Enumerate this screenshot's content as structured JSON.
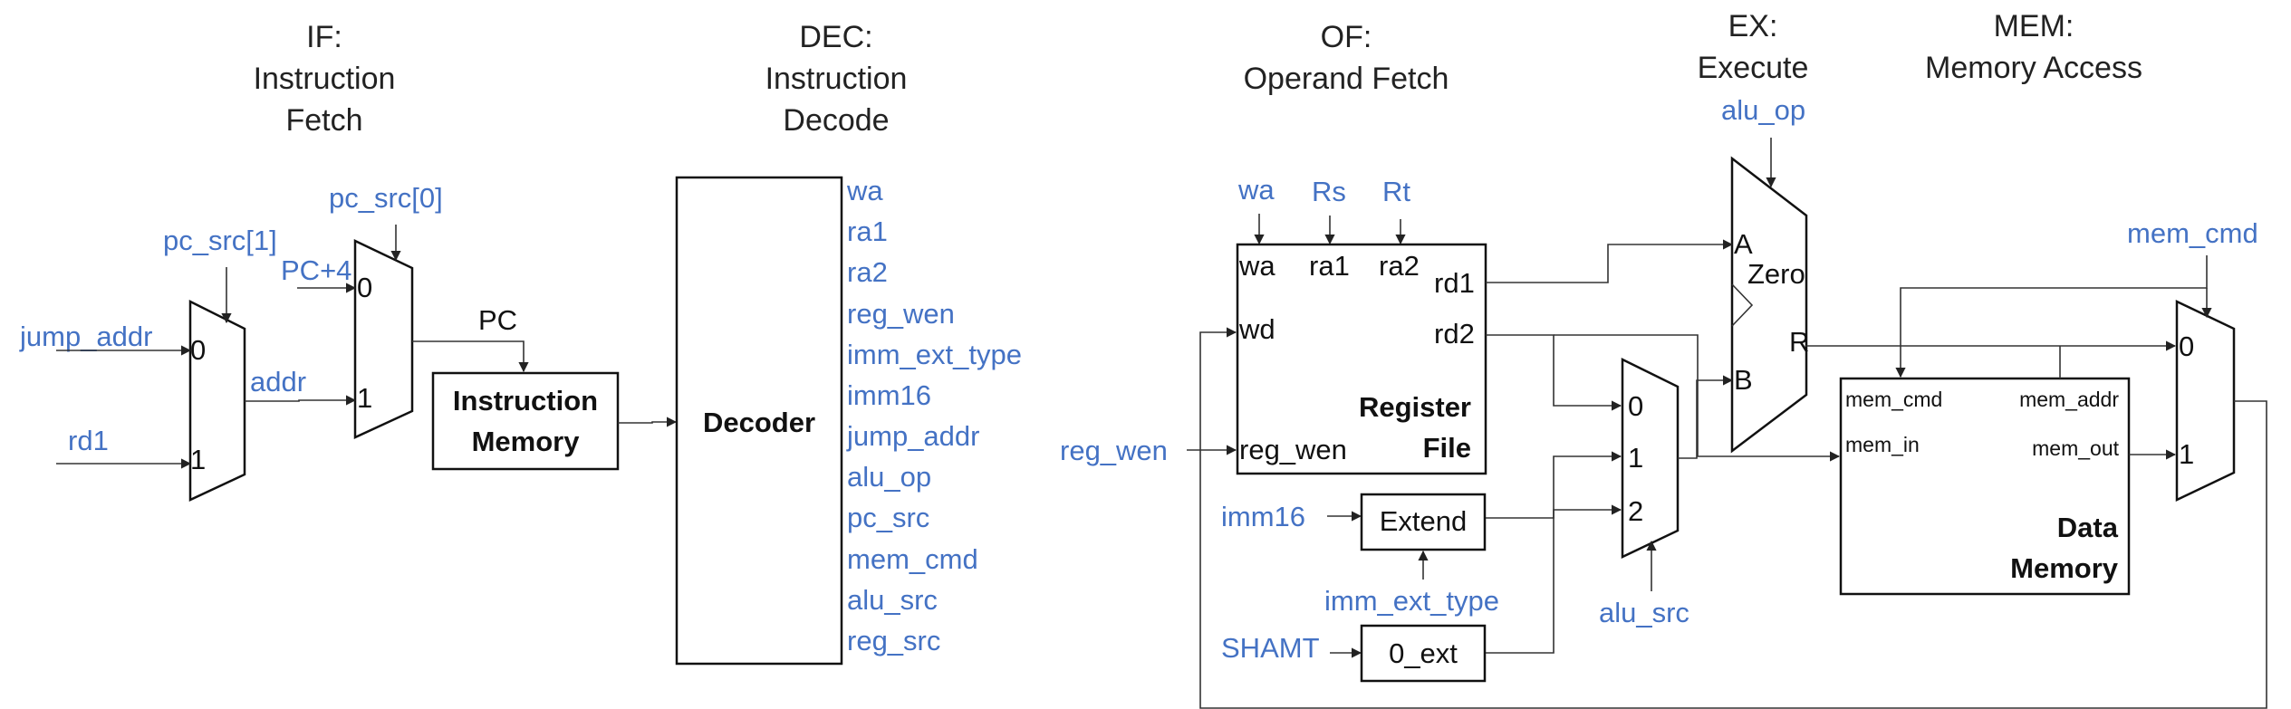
{
  "stages": {
    "if": [
      "IF:",
      "Instruction",
      "Fetch"
    ],
    "dec": [
      "DEC:",
      "Instruction",
      "Decode"
    ],
    "of": [
      "OF:",
      "Operand Fetch"
    ],
    "ex": [
      "EX:",
      "Execute"
    ],
    "mem": [
      "MEM:",
      "Memory Access"
    ]
  },
  "fetch": {
    "jump_addr": "jump_addr",
    "rd1": "rd1",
    "pc_src1": "pc_src[1]",
    "pc_src0": "pc_src[0]",
    "pc_plus4": "PC+4",
    "addr": "addr",
    "pc": "PC",
    "mux_in0": "0",
    "mux_in1": "1",
    "imem": [
      "Instruction",
      "Memory"
    ]
  },
  "decoder": {
    "title": "Decoder",
    "outputs": [
      "wa",
      "ra1",
      "ra2",
      "reg_wen",
      "imm_ext_type",
      "imm16",
      "jump_addr",
      "alu_op",
      "pc_src",
      "mem_cmd",
      "alu_src",
      "reg_src"
    ]
  },
  "operand_fetch": {
    "top_inputs": [
      "wa",
      "Rs",
      "Rt"
    ],
    "reg_wen_in": "reg_wen",
    "imm16_in": "imm16",
    "imm_ext_type_in": "imm_ext_type",
    "shamt_in": "SHAMT",
    "alu_src": "alu_src",
    "regfile": {
      "wa": "wa",
      "ra1": "ra1",
      "ra2": "ra2",
      "rd1": "rd1",
      "rd2": "rd2",
      "wd": "wd",
      "reg_wen": "reg_wen",
      "title": [
        "Register",
        "File"
      ]
    },
    "extend": "Extend",
    "zero_ext": "0_ext",
    "alu_mux_inputs": [
      "0",
      "1",
      "2"
    ]
  },
  "execute": {
    "alu_op": "alu_op",
    "a": "A",
    "b": "B",
    "zero": "Zero",
    "r": "R"
  },
  "memory": {
    "mem_cmd_in": "mem_cmd",
    "ports": {
      "mem_cmd": "mem_cmd",
      "mem_addr": "mem_addr",
      "mem_in": "mem_in",
      "mem_out": "mem_out"
    },
    "title": [
      "Data",
      "Memory"
    ],
    "wb_mux_inputs": [
      "0",
      "1"
    ]
  }
}
